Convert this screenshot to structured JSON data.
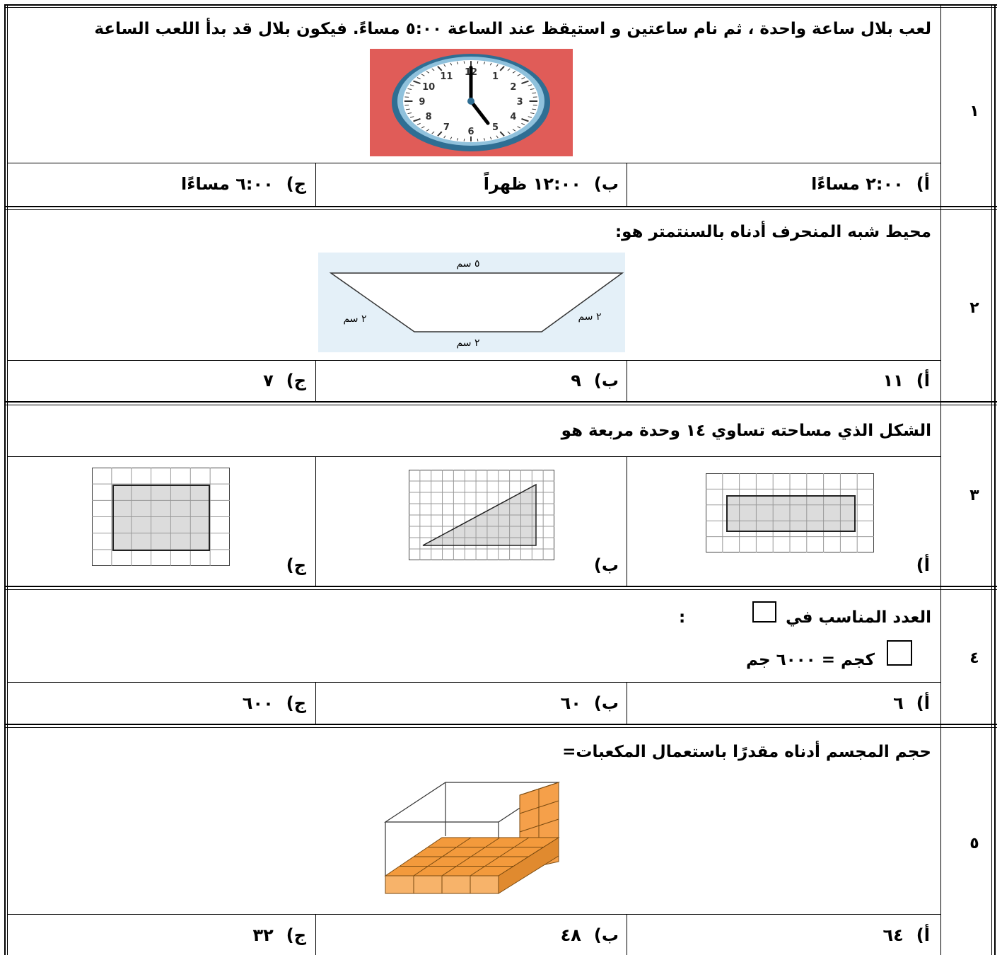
{
  "questions": [
    {
      "number": "١",
      "text": "لعب بلال ساعة واحدة ، ثم نام ساعتين و استيقظ عند الساعة ٥:٠٠ مساءً. فيكون بلال قد بدأ اللعب الساعة",
      "clock": {
        "numerals": [
          "12",
          "1",
          "2",
          "3",
          "4",
          "5",
          "6",
          "7",
          "8",
          "9",
          "10",
          "11"
        ],
        "hour": 5,
        "minute": 0,
        "background": "#e05c58"
      },
      "options": [
        {
          "label": "أ)",
          "value": "٢:٠٠ مساءًا"
        },
        {
          "label": "ب)",
          "value": "١٢:٠٠ ظهراً"
        },
        {
          "label": "ج)",
          "value": "٦:٠٠ مساءًا"
        }
      ]
    },
    {
      "number": "٢",
      "text": "محيط شبه المنحرف أدناه بالسنتمتر هو:",
      "trapezoid": {
        "top": "٥ سم",
        "left": "٢ سم",
        "right": "٢ سم",
        "bottom": "٢ سم",
        "background": "#e4f0f8"
      },
      "options": [
        {
          "label": "أ)",
          "value": "١١"
        },
        {
          "label": "ب)",
          "value": "٩"
        },
        {
          "label": "ج)",
          "value": "٧"
        }
      ]
    },
    {
      "number": "٣",
      "text": "الشكل الذي مساحته تساوي ١٤ وحدة مربعة هو",
      "options": [
        {
          "label": "أ)"
        },
        {
          "label": "ب)"
        },
        {
          "label": "ج)"
        }
      ]
    },
    {
      "number": "٤",
      "text": "العدد المناسب في",
      "text_colon": ":",
      "equation": "كجم = ٦٠٠٠ جم",
      "options": [
        {
          "label": "أ)",
          "value": "٦"
        },
        {
          "label": "ب)",
          "value": "٦٠"
        },
        {
          "label": "ج)",
          "value": "٦٠٠"
        }
      ]
    },
    {
      "number": "٥",
      "text": "حجم المجسم أدناه مقدرًا باستعمال المكعبات=",
      "cube_color": "#f5a04a",
      "options": [
        {
          "label": "أ)",
          "value": "٦٤"
        },
        {
          "label": "ب)",
          "value": "٤٨"
        },
        {
          "label": "ج)",
          "value": "٣٢"
        }
      ]
    }
  ]
}
